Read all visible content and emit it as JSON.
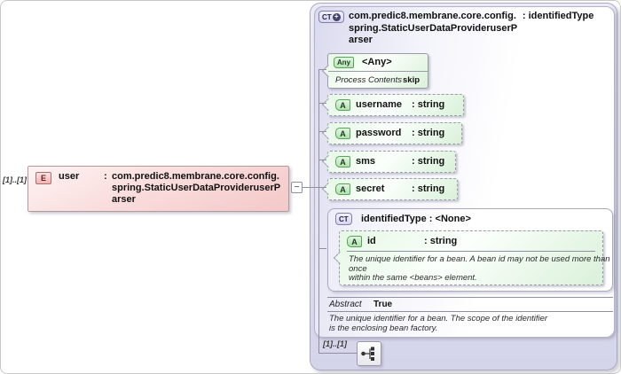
{
  "element": {
    "cardinality": "[1]..[1]",
    "icon": "E",
    "name": "user",
    "type_colon": ":",
    "type_lines": [
      "com.predic8.membrane.core.config.",
      "spring.StaticUserDataProvideruserP",
      "arser"
    ],
    "collapse_glyph": "−"
  },
  "complex_type": {
    "icon": "CT",
    "icon_plus": "+",
    "title_name": "com.predic8.membrane.core.config.",
    "title_type": ": identifiedType",
    "title_line2": "spring.StaticUserDataProvideruserP",
    "title_line3": "arser",
    "any": {
      "icon": "Any",
      "label": "<Any>",
      "process_contents_label": "Process Contents",
      "process_contents_value": "skip"
    },
    "attributes": [
      {
        "icon": "A",
        "name": "username",
        "type": ": string"
      },
      {
        "icon": "A",
        "name": "password",
        "type": ": string"
      },
      {
        "icon": "A",
        "name": "sms",
        "type": ": string"
      },
      {
        "icon": "A",
        "name": "secret",
        "type": ": string"
      }
    ],
    "nested_type": {
      "icon": "CT",
      "title": "identifiedType : <None>",
      "attribute": {
        "icon": "A",
        "name": "id",
        "type": ": string",
        "doc_lines": [
          "The unique identifier for a bean. A bean id may not be used more than",
          "once",
          "within the same <beans> element."
        ]
      }
    },
    "abstract_label": "Abstract",
    "abstract_value": "True",
    "doc_lines": [
      "The unique identifier for a bean. The scope of the identifier",
      "is the enclosing bean factory."
    ],
    "bottom_cardinality": "[1]..[1]"
  }
}
